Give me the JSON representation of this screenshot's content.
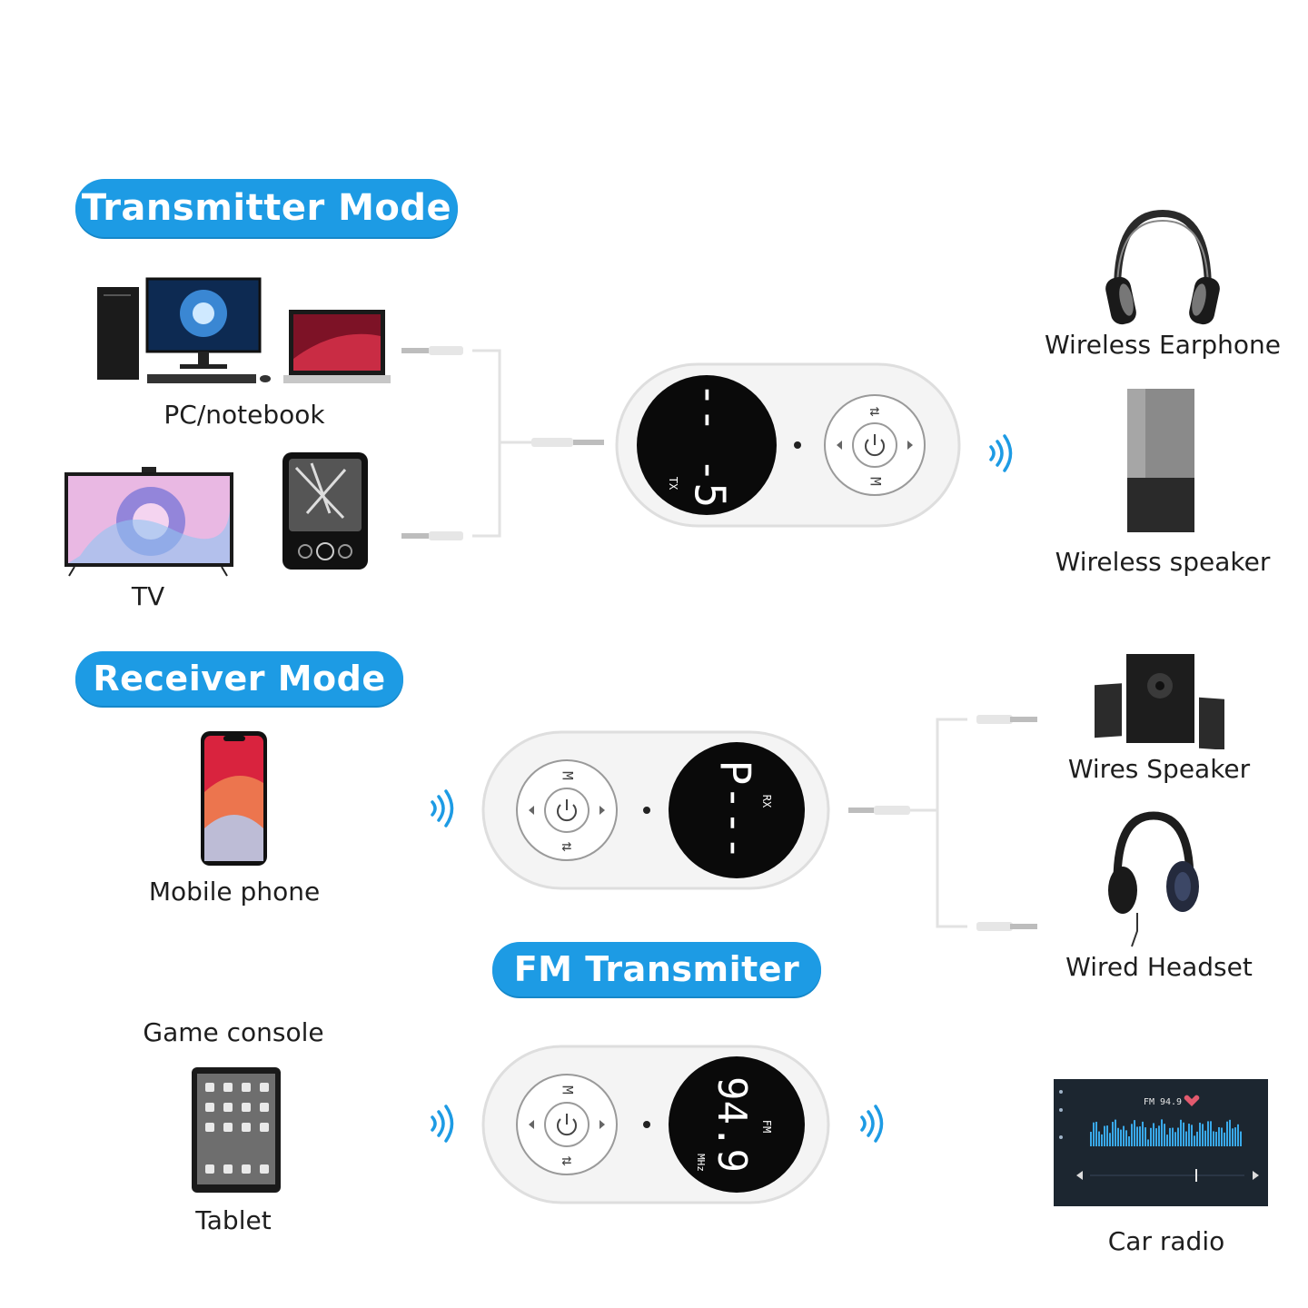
{
  "modes": {
    "transmitter": "Transmitter Mode",
    "receiver": "Receiver Mode",
    "fm": "FM Transmiter"
  },
  "devices": {
    "pc": "PC/notebook",
    "tv": "TV",
    "wireless_earphone": "Wireless Earphone",
    "wireless_speaker": "Wireless speaker",
    "mobile_phone": "Mobile phone",
    "wires_speaker": "Wires Speaker",
    "wired_headset": "Wired Headset",
    "game_console": "Game console",
    "tablet": "Tablet",
    "car_radio": "Car radio"
  },
  "adapter": {
    "tx_display": "-- -5",
    "tx_tag": "TX",
    "rx_display": "P---",
    "rx_tag": "RX",
    "fm_display": "94.9",
    "fm_tag": "FM",
    "fm_unit": "MHz",
    "button_m": "M",
    "button_swap": "⇅"
  },
  "car_radio_screen": {
    "station": "FM 94.9"
  },
  "colors": {
    "accent": "#1d9be4",
    "signal": "#1d9be4",
    "device_body": "#f2f2f2",
    "display": "#0a0a0a"
  }
}
